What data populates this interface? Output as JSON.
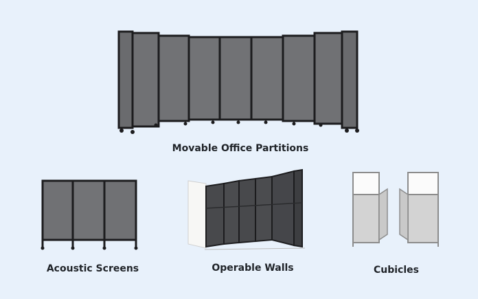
{
  "products": [
    {
      "label": "Movable Office Partitions"
    },
    {
      "label": "Acoustic Screens"
    },
    {
      "label": "Operable Walls"
    },
    {
      "label": "Cubicles"
    }
  ],
  "colors": {
    "background": "#e8f1fb",
    "panel": "#6f7073",
    "panel_dark": "#4a4c50",
    "frame": "#1c1c1e",
    "label": "#1f2328"
  }
}
